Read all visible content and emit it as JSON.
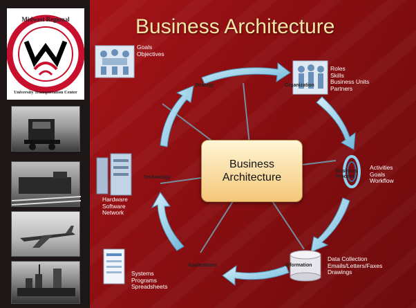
{
  "slide": {
    "title": "Business Architecture",
    "colors": {
      "background": "#9a1216",
      "title": "#f4e6a6",
      "arrow": "#8fd0ec",
      "center_box": "#f6d79a"
    }
  },
  "logo": {
    "top_text": "Midwest Regional",
    "bottom_text": "University Transportation Center",
    "colors": {
      "ring": "#c8102e",
      "mark": "#000000"
    }
  },
  "photos": [
    {
      "name": "truck",
      "icon": "truck-photo"
    },
    {
      "name": "train",
      "icon": "train-photo"
    },
    {
      "name": "plane",
      "icon": "airplane-photo"
    },
    {
      "name": "ship",
      "icon": "ship-photo"
    }
  ],
  "center": {
    "line1": "Business",
    "line2": "Architecture"
  },
  "nodes": {
    "people_top": {
      "icon": "meeting-people-icon",
      "lines": [
        "Goals",
        "Objectives"
      ]
    },
    "people_right": {
      "icon": "org-people-icon",
      "lines": [
        "Roles",
        "Skills",
        "Business Units",
        "Partners"
      ]
    },
    "process": {
      "icon": "process-cycle-icon",
      "lines": [
        "Activities",
        "Goals",
        "Workflow"
      ]
    },
    "database": {
      "icon": "database-icon",
      "lines": [
        "Data Collection",
        "Emails/Letters/Faxes",
        "Drawings"
      ]
    },
    "applications": {
      "icon": "application-window-icon",
      "lines": [
        "Systems",
        "Programs",
        "Spreadsheets"
      ]
    },
    "servers": {
      "icon": "server-rack-icon",
      "lines": [
        "Hardware",
        "Software",
        "Network"
      ]
    }
  },
  "ring_labels": {
    "strategy": "Strategy",
    "organization": "Organization",
    "process": "Business Process",
    "information": "Information",
    "applications": "Applications",
    "technology": "Technology"
  }
}
